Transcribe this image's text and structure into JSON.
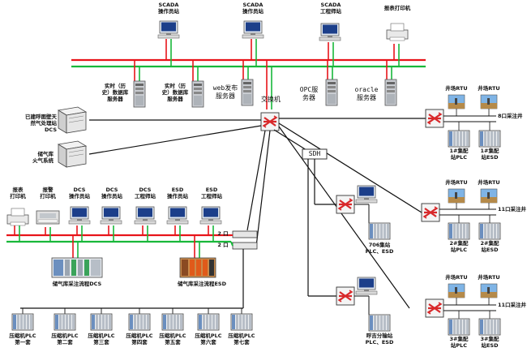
{
  "colors": {
    "red_bus": "#e8141a",
    "green_bus": "#18b83a",
    "black_line": "#111111",
    "router_red": "#d8282a",
    "plc_panel": "#c98a4a"
  },
  "labels": {
    "scada_op1": "SCADA\n操作员站",
    "scada_op2": "SCADA\n操作员站",
    "scada_eng": "SCADA\n工程师站",
    "report_printer_top": "报表打印机",
    "hist_db1": "实时（历\n史）数据库\n服务器",
    "hist_db2": "实时（历\n史）数据库\n服务器",
    "web_server": "web发布\n服务器",
    "switch": "交换机",
    "opc_server": "OPC服\n务器",
    "oracle_server": "oracle\n服务器",
    "dcs_gas": "已建呼图壁天\n然气处理站\nDCS",
    "fire_sys": "储气库\n火气系统",
    "sdh": "SDH",
    "report_printer": "报表\n打印机",
    "alarm_printer": "报警\n打印机",
    "dcs_op1": "DCS\n操作员站",
    "dcs_op2": "DCS\n操作员站",
    "dcs_eng": "DCS\n工程师站",
    "esd_op": "ESD\n操作员站",
    "esd_eng": "ESD\n工程师站",
    "dcs_cabinet": "储气库采注流程DCS",
    "esd_cabinet": "储气库采注流程ESD",
    "plc_706": "706集站\nPLC、ESD",
    "plc_hutubi": "呼吉分输站\nPLC、ESD",
    "rtu_a1": "井场RTU",
    "rtu_a2": "井场RTU",
    "well_8": "8口采注井",
    "plc_1": "1#集配\n站PLC",
    "esd_1": "1#集配\n站ESD",
    "rtu_b1": "井场RTU",
    "rtu_b2": "井场RTU",
    "well_11a": "11口采注井",
    "plc_2": "2#集配\n站PLC",
    "esd_2": "2#集配\n站ESD",
    "rtu_c1": "井场RTU",
    "rtu_c2": "井场RTU",
    "well_11b": "11口采注井",
    "plc_3": "3#集配\n站PLC",
    "esd_3": "3#集配\n站ESD",
    "comp1": "压缩机PLC\n第一套",
    "comp2": "压缩机PLC\n第二套",
    "comp3": "压缩机PLC\n第三套",
    "comp4": "压缩机PLC\n第四套",
    "comp5": "压缩机PLC\n第五套",
    "comp6": "压缩机PLC\n第六套",
    "comp7": "压缩机PLC\n第七套",
    "port_a": "2 口",
    "port_b": "2 口"
  }
}
